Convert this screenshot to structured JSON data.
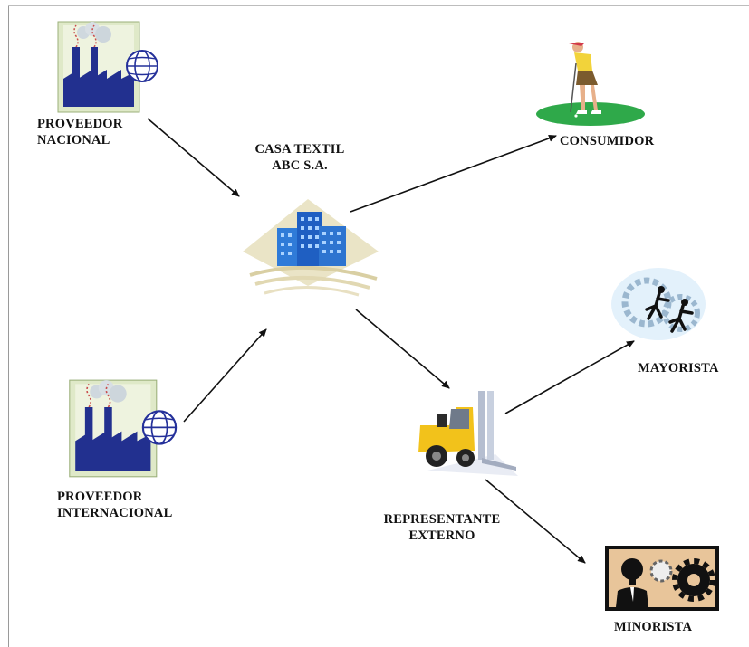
{
  "nodes": {
    "proveedor_nacional": {
      "line1": "PROVEEDOR",
      "line2": "NACIONAL",
      "icon": "factory-globe-icon"
    },
    "casa_textil": {
      "line1": "CASA TEXTIL",
      "line2": "ABC S.A.",
      "icon": "office-buildings-icon"
    },
    "consumidor": {
      "label": "CONSUMIDOR",
      "icon": "golfer-icon"
    },
    "proveedor_internacional": {
      "line1": "PROVEEDOR",
      "line2": "INTERNACIONAL",
      "icon": "factory-globe-icon"
    },
    "mayorista": {
      "label": "MAYORISTA",
      "icon": "gears-runners-icon"
    },
    "representante_externo": {
      "line1": "REPRESENTANTE",
      "line2": "EXTERNO",
      "icon": "forklift-icon"
    },
    "minorista": {
      "label": "MINORISTA",
      "icon": "businessman-gears-icon"
    }
  },
  "edges": [
    {
      "from": "PROVEEDOR NACIONAL",
      "to": "CASA TEXTIL ABC S.A."
    },
    {
      "from": "PROVEEDOR INTERNACIONAL",
      "to": "CASA TEXTIL ABC S.A."
    },
    {
      "from": "CASA TEXTIL ABC S.A.",
      "to": "CONSUMIDOR"
    },
    {
      "from": "CASA TEXTIL ABC S.A.",
      "to": "REPRESENTANTE EXTERNO"
    },
    {
      "from": "REPRESENTANTE EXTERNO",
      "to": "MAYORISTA"
    },
    {
      "from": "REPRESENTANTE EXTERNO",
      "to": "MINORISTA"
    }
  ]
}
